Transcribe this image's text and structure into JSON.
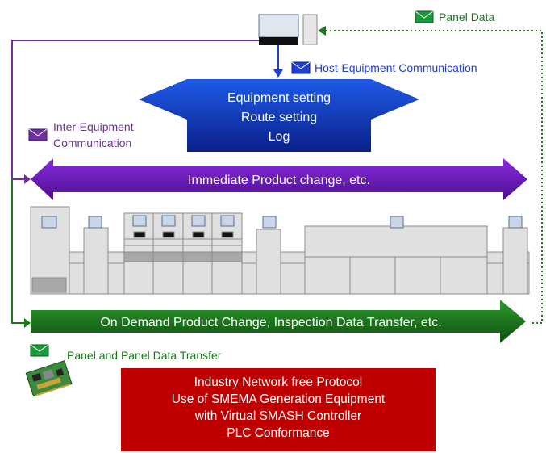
{
  "labels": {
    "panel_data": "Panel Data",
    "host_equipment": "Host-Equipment Communication",
    "inter_equipment_line1": "Inter-Equipment",
    "inter_equipment_line2": "Communication",
    "panel_transfer": "Panel and Panel Data Transfer"
  },
  "host_block": {
    "line1": "Equipment setting",
    "line2": "Route setting",
    "line3": "Log"
  },
  "purple_arrow": {
    "text": "Immediate Product change, etc."
  },
  "green_arrow": {
    "text": "On Demand Product Change, Inspection Data Transfer, etc."
  },
  "red_box": {
    "lines": [
      "Industry Network free Protocol",
      "Use of SMEMA Generation Equipment",
      "with Virtual SMASH Controller",
      "PLC Conformance"
    ]
  },
  "icons": [
    "host-computer-icon",
    "envelope-icon",
    "circuit-board-icon"
  ],
  "colors": {
    "purple": "#7030a0",
    "green": "#1a7a1a",
    "blue": "#1f3fd0",
    "red": "#c00000",
    "machine": "#e0e0e0"
  }
}
